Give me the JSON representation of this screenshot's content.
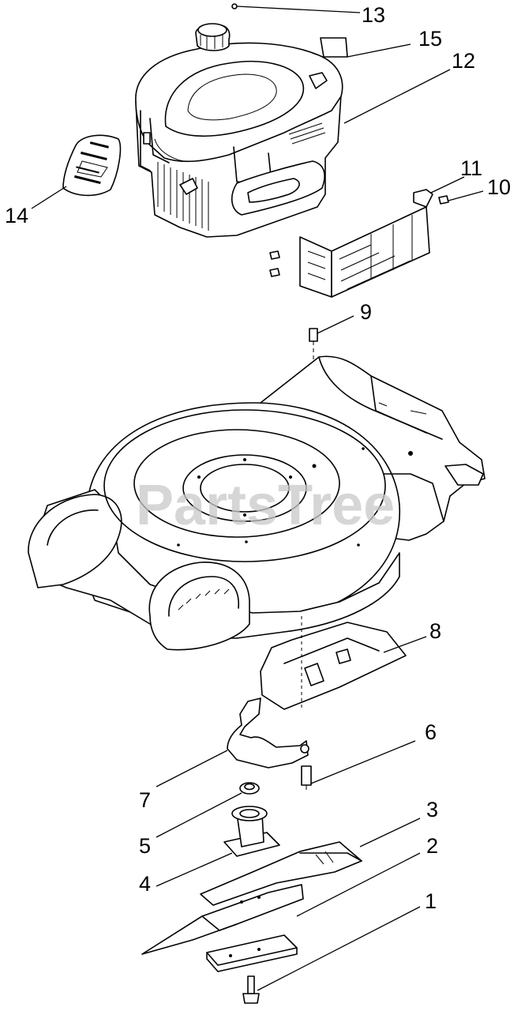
{
  "watermark": "PartsTree",
  "callouts": [
    {
      "id": "c1",
      "label": "1"
    },
    {
      "id": "c2",
      "label": "2"
    },
    {
      "id": "c3",
      "label": "3"
    },
    {
      "id": "c4",
      "label": "4"
    },
    {
      "id": "c5",
      "label": "5"
    },
    {
      "id": "c6",
      "label": "6"
    },
    {
      "id": "c7",
      "label": "7"
    },
    {
      "id": "c8",
      "label": "8"
    },
    {
      "id": "c9",
      "label": "9"
    },
    {
      "id": "c10",
      "label": "10"
    },
    {
      "id": "c11",
      "label": "11"
    },
    {
      "id": "c12",
      "label": "12"
    },
    {
      "id": "c13",
      "label": "13"
    },
    {
      "id": "c14",
      "label": "14"
    },
    {
      "id": "c15",
      "label": "15"
    }
  ],
  "colors": {
    "line": "#000000",
    "background": "#ffffff",
    "watermark": "#c9c9c9"
  }
}
